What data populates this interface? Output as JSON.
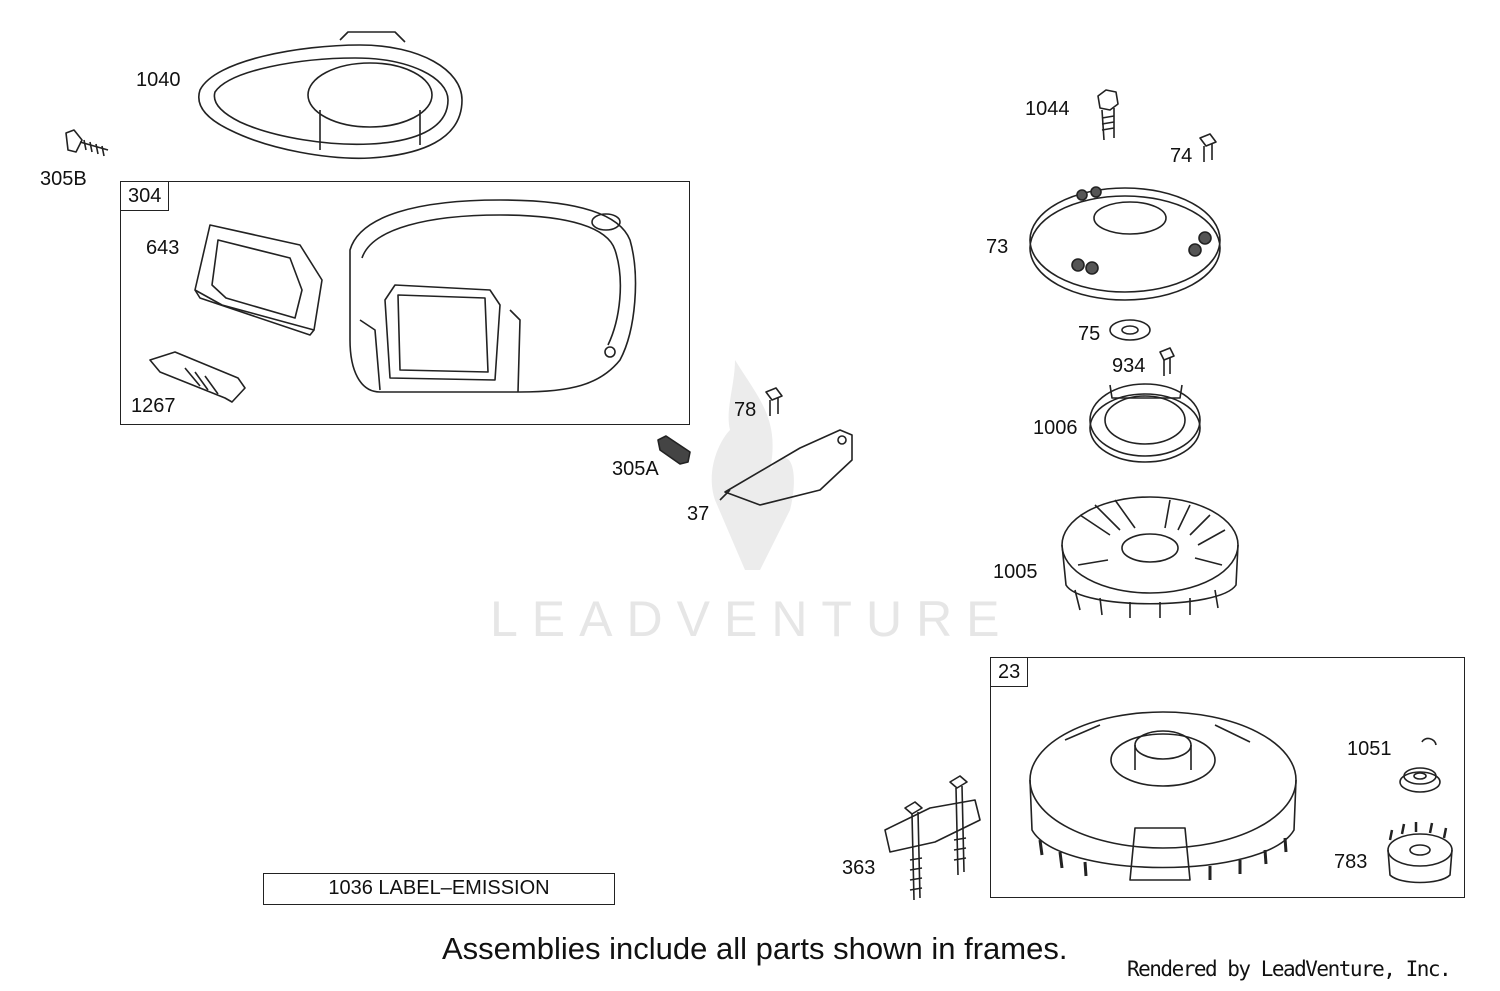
{
  "diagram": {
    "labels": {
      "p1040": "1040",
      "p305B": "305B",
      "p304": "304",
      "p643": "643",
      "p1267": "1267",
      "p78": "78",
      "p305A": "305A",
      "p37": "37",
      "p1044": "1044",
      "p74": "74",
      "p73": "73",
      "p75": "75",
      "p934": "934",
      "p1006": "1006",
      "p1005": "1005",
      "p23": "23",
      "p1051": "1051",
      "p783": "783",
      "p363": "363"
    },
    "label_box": "1036 LABEL–EMISSION",
    "footnote": "Assemblies include all parts shown in frames.",
    "render_credit": "Rendered by LeadVenture, Inc.",
    "watermark": "LEADVENTURE"
  }
}
